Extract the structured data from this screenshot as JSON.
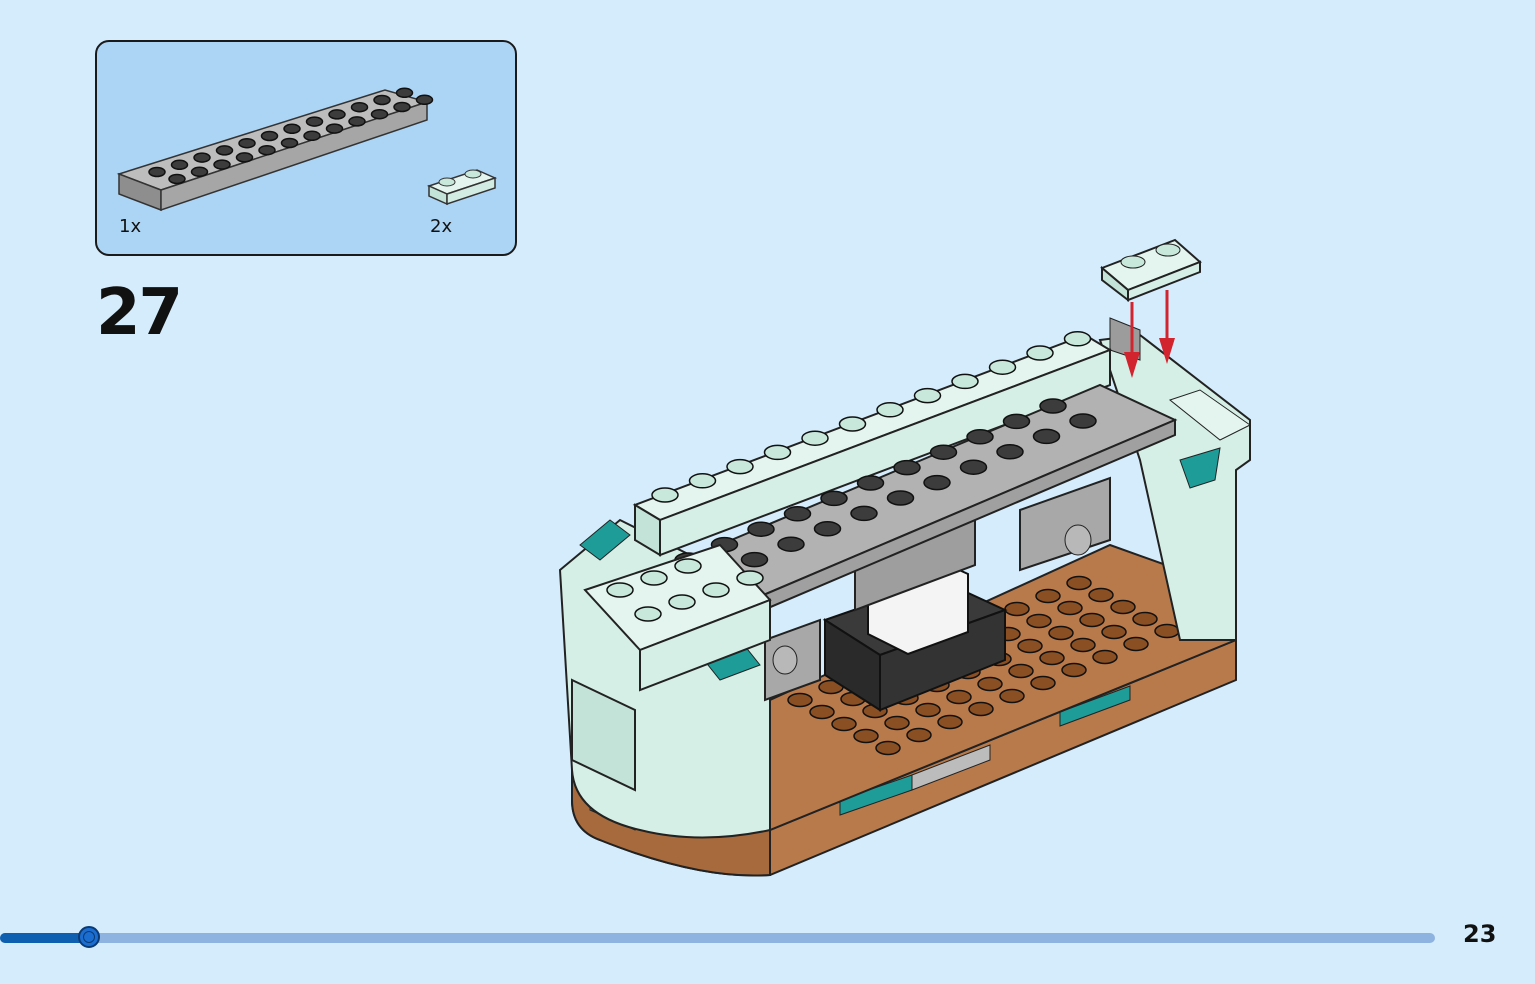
{
  "step": {
    "number": "27"
  },
  "parts": [
    {
      "name": "plate-2x12-grey",
      "qty": "1x",
      "color": "#a8a8a8"
    },
    {
      "name": "plate-1x2-mint",
      "qty": "2x",
      "color": "#d5efe6"
    }
  ],
  "page": {
    "number": "23"
  },
  "progress": {
    "fraction": 0.062
  },
  "colors": {
    "background": "#d4ecfb",
    "parts_panel": "#acd4f5",
    "mint": "#d5efe6",
    "grey": "#a8a8a8",
    "brown": "#b87a4b",
    "teal": "#1e9c98",
    "arrow": "#d1242f"
  }
}
